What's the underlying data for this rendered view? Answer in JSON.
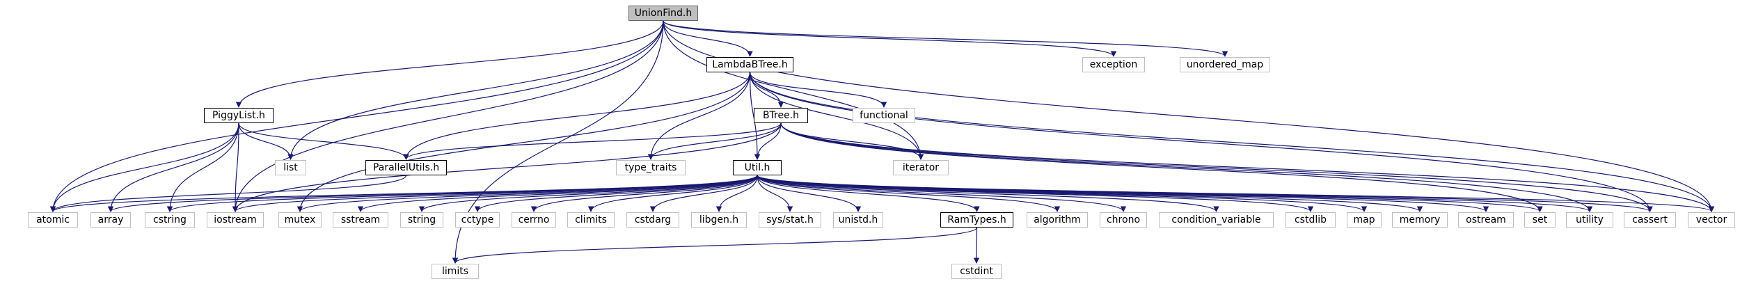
{
  "graph": {
    "nodes": {
      "unionfind": "UnionFind.h",
      "lambdabtree": "LambdaBTree.h",
      "piggylist": "PiggyList.h",
      "btree": "BTree.h",
      "parallelutils": "ParallelUtils.h",
      "util": "Util.h",
      "ramtypes": "RamTypes.h",
      "exception": "exception",
      "unordered_map": "unordered_map",
      "functional": "functional",
      "list": "list",
      "type_traits": "type_traits",
      "iterator": "iterator",
      "atomic": "atomic",
      "array": "array",
      "cstring": "cstring",
      "iostream": "iostream",
      "mutex": "mutex",
      "sstream": "sstream",
      "string": "string",
      "cctype": "cctype",
      "cerrno": "cerrno",
      "climits": "climits",
      "cstdarg": "cstdarg",
      "libgen": "libgen.h",
      "sysstat": "sys/stat.h",
      "unistd": "unistd.h",
      "algorithm": "algorithm",
      "chrono": "chrono",
      "condition_variable": "condition_variable",
      "cstdlib": "cstdlib",
      "map": "map",
      "memory": "memory",
      "ostream": "ostream",
      "set": "set",
      "utility": "utility",
      "cassert": "cassert",
      "vector": "vector",
      "limits": "limits",
      "cstdint": "cstdint"
    },
    "edges": [
      [
        "unionfind",
        "lambdabtree"
      ],
      [
        "unionfind",
        "piggylist"
      ],
      [
        "unionfind",
        "exception"
      ],
      [
        "unionfind",
        "unordered_map"
      ],
      [
        "unionfind",
        "list"
      ],
      [
        "unionfind",
        "iterator"
      ],
      [
        "unionfind",
        "atomic"
      ],
      [
        "unionfind",
        "vector"
      ],
      [
        "unionfind",
        "limits"
      ],
      [
        "unionfind",
        "iostream"
      ],
      [
        "lambdabtree",
        "btree"
      ],
      [
        "lambdabtree",
        "util"
      ],
      [
        "lambdabtree",
        "parallelutils"
      ],
      [
        "lambdabtree",
        "functional"
      ],
      [
        "lambdabtree",
        "type_traits"
      ],
      [
        "lambdabtree",
        "iterator"
      ],
      [
        "lambdabtree",
        "mutex"
      ],
      [
        "lambdabtree",
        "cassert"
      ],
      [
        "lambdabtree",
        "vector"
      ],
      [
        "piggylist",
        "parallelutils"
      ],
      [
        "piggylist",
        "list"
      ],
      [
        "piggylist",
        "atomic"
      ],
      [
        "piggylist",
        "array"
      ],
      [
        "piggylist",
        "cstring"
      ],
      [
        "piggylist",
        "iostream"
      ],
      [
        "btree",
        "util"
      ],
      [
        "btree",
        "parallelutils"
      ],
      [
        "btree",
        "type_traits"
      ],
      [
        "btree",
        "iterator"
      ],
      [
        "btree",
        "iostream"
      ],
      [
        "btree",
        "cassert"
      ],
      [
        "btree",
        "set"
      ],
      [
        "btree",
        "utility"
      ],
      [
        "btree",
        "vector"
      ],
      [
        "parallelutils",
        "atomic"
      ],
      [
        "util",
        "ramtypes"
      ],
      [
        "util",
        "atomic"
      ],
      [
        "util",
        "array"
      ],
      [
        "util",
        "cstring"
      ],
      [
        "util",
        "iostream"
      ],
      [
        "util",
        "mutex"
      ],
      [
        "util",
        "sstream"
      ],
      [
        "util",
        "string"
      ],
      [
        "util",
        "cctype"
      ],
      [
        "util",
        "cerrno"
      ],
      [
        "util",
        "climits"
      ],
      [
        "util",
        "cstdarg"
      ],
      [
        "util",
        "libgen"
      ],
      [
        "util",
        "sysstat"
      ],
      [
        "util",
        "unistd"
      ],
      [
        "util",
        "algorithm"
      ],
      [
        "util",
        "chrono"
      ],
      [
        "util",
        "condition_variable"
      ],
      [
        "util",
        "cstdlib"
      ],
      [
        "util",
        "map"
      ],
      [
        "util",
        "memory"
      ],
      [
        "util",
        "ostream"
      ],
      [
        "util",
        "set"
      ],
      [
        "util",
        "utility"
      ],
      [
        "util",
        "cassert"
      ],
      [
        "util",
        "vector"
      ],
      [
        "ramtypes",
        "limits"
      ],
      [
        "ramtypes",
        "cstdint"
      ]
    ],
    "colors": {
      "edge": "#191970",
      "node_border": "#bfbfbf",
      "doc_border": "#000000",
      "root_fill": "#bfbfbf"
    }
  }
}
